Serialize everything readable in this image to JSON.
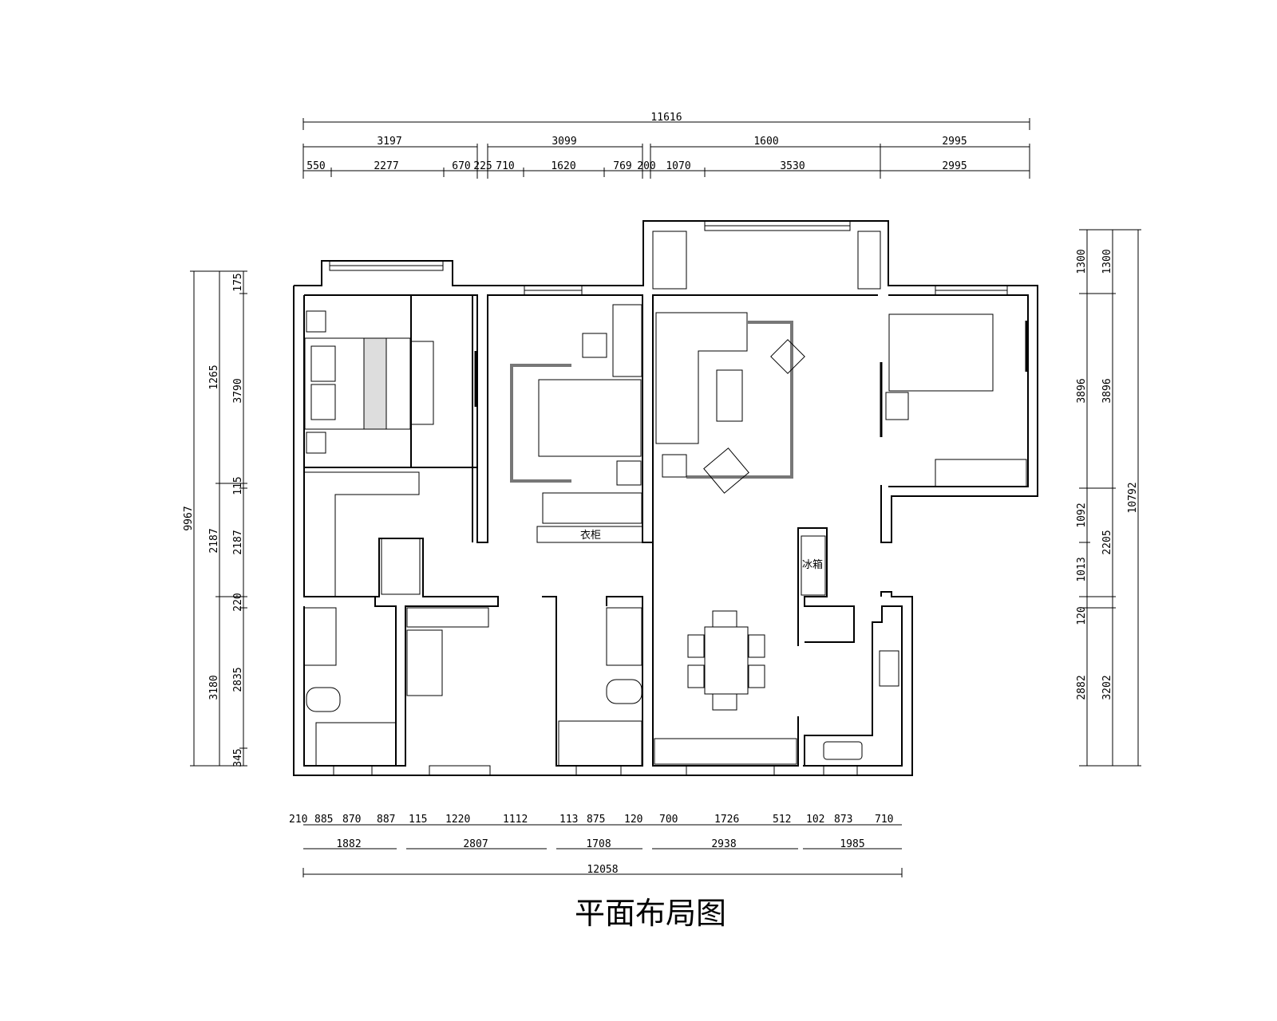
{
  "title": "平面布局图",
  "dimensions": {
    "top_total": "11616",
    "top_row2": [
      "3197",
      "3099",
      "1600",
      "2995"
    ],
    "top_row3": [
      "550",
      "2277",
      "670",
      "225",
      "710",
      "1620",
      "769",
      "200",
      "1070",
      "3530",
      "2995"
    ],
    "bottom_total": "12058",
    "bottom_row2": [
      "1882",
      "2807",
      "1708",
      "2938",
      "1985"
    ],
    "bottom_row1": [
      "210",
      "885",
      "870",
      "887",
      "115",
      "1220",
      "1112",
      "113",
      "875",
      "120",
      "700",
      "1726",
      "512",
      "102",
      "873",
      "710"
    ],
    "left_total": "9967",
    "left_row2": [
      "1265",
      "2187",
      "3180"
    ],
    "left_row1": [
      "175",
      "3790",
      "115",
      "2187",
      "220",
      "2835",
      "345"
    ],
    "right_total": "10792",
    "right_row2": [
      "1300",
      "3896",
      "2205",
      "3202"
    ],
    "right_row1": [
      "1300",
      "3896",
      "1092",
      "1013",
      "120",
      "2882"
    ]
  },
  "labels": {
    "wardrobe": "衣柜",
    "fridge": "冰箱"
  }
}
